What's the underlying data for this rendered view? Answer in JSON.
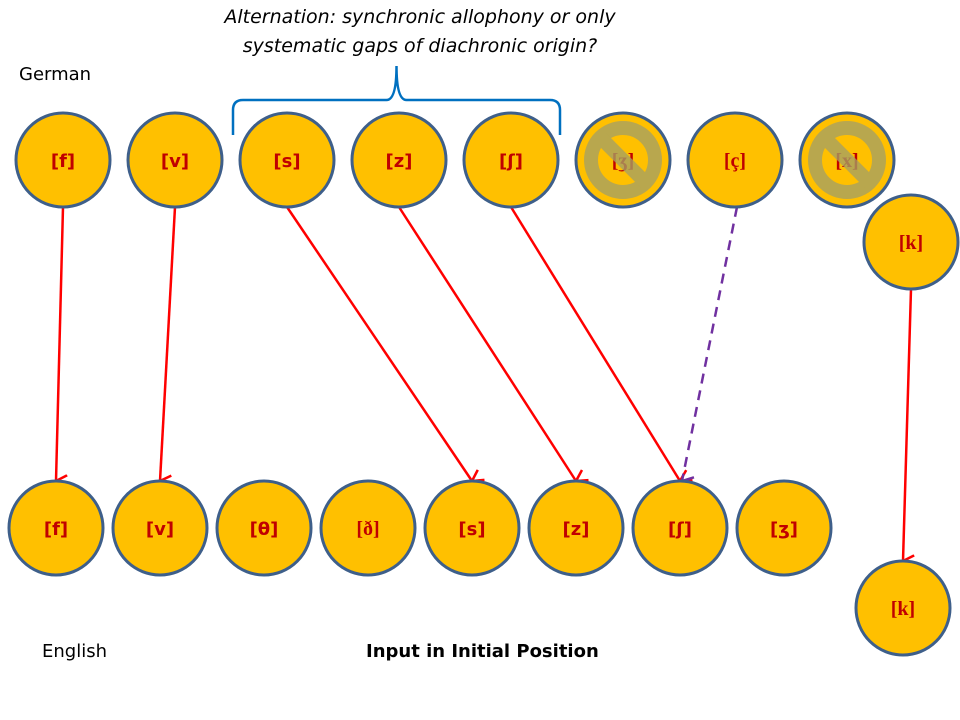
{
  "question": {
    "line1": "Alternation: synchronic allophony or only",
    "line2": "systematic gaps of diachronic origin?"
  },
  "languages": {
    "source": "German",
    "target": "English"
  },
  "caption": "Input in Initial Position",
  "colors": {
    "node_fill": "#ffc000",
    "node_stroke": "#3e5f8a",
    "phone_text": "#c00000",
    "arrow_solid": "#ff0000",
    "arrow_dashed": "#7030a0",
    "brace": "#0070c0",
    "blocked_overlay": "#a5a064"
  },
  "german_nodes": [
    {
      "id": "g-f",
      "label": "[f]",
      "blocked": false
    },
    {
      "id": "g-v",
      "label": "[v]",
      "blocked": false
    },
    {
      "id": "g-s",
      "label": "[s]",
      "blocked": false
    },
    {
      "id": "g-z",
      "label": "[z]",
      "blocked": false
    },
    {
      "id": "g-sh",
      "label": "[ʃ]",
      "blocked": false
    },
    {
      "id": "g-zh",
      "label": "[ʒ]",
      "blocked": true
    },
    {
      "id": "g-c",
      "label": "[ç]",
      "blocked": false
    },
    {
      "id": "g-x",
      "label": "[x]",
      "blocked": true
    },
    {
      "id": "g-k",
      "label": "[k]",
      "blocked": false
    }
  ],
  "english_nodes": [
    {
      "id": "e-f",
      "label": "[f]"
    },
    {
      "id": "e-v",
      "label": "[v]"
    },
    {
      "id": "e-th",
      "label": "[θ]"
    },
    {
      "id": "e-dh",
      "label": "[ð]"
    },
    {
      "id": "e-s",
      "label": "[s]"
    },
    {
      "id": "e-z",
      "label": "[z]"
    },
    {
      "id": "e-sh",
      "label": "[ʃ]"
    },
    {
      "id": "e-zh",
      "label": "[ʒ]"
    },
    {
      "id": "e-k",
      "label": "[k]"
    }
  ],
  "mappings": [
    {
      "from": "g-f",
      "to": "e-f",
      "style": "solid"
    },
    {
      "from": "g-v",
      "to": "e-v",
      "style": "solid"
    },
    {
      "from": "g-s",
      "to": "e-s",
      "style": "solid"
    },
    {
      "from": "g-z",
      "to": "e-z",
      "style": "solid"
    },
    {
      "from": "g-sh",
      "to": "e-sh",
      "style": "solid"
    },
    {
      "from": "g-c",
      "to": "e-sh",
      "style": "dashed"
    },
    {
      "from": "g-k",
      "to": "e-k",
      "style": "solid"
    }
  ],
  "brace_group": [
    "g-s",
    "g-z",
    "g-sh"
  ]
}
